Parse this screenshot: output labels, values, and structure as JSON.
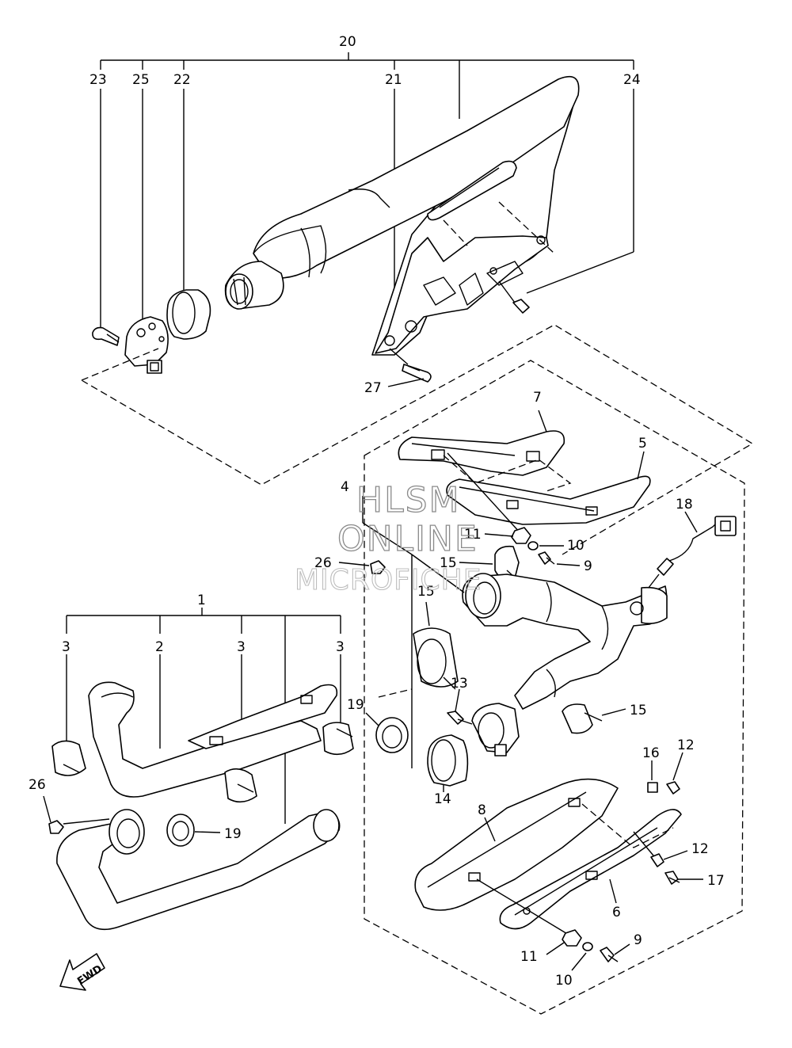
{
  "watermark": {
    "line1": "HLSM",
    "line2": "ONLINE",
    "line3": "MICROFICHE"
  },
  "direction_label": "FWD",
  "callouts": [
    {
      "id": "c20",
      "text": "20"
    },
    {
      "id": "c23",
      "text": "23"
    },
    {
      "id": "c25",
      "text": "25"
    },
    {
      "id": "c22",
      "text": "22"
    },
    {
      "id": "c21",
      "text": "21"
    },
    {
      "id": "c24",
      "text": "24"
    },
    {
      "id": "c27",
      "text": "27"
    },
    {
      "id": "c7",
      "text": "7"
    },
    {
      "id": "c5",
      "text": "5"
    },
    {
      "id": "c4",
      "text": "4"
    },
    {
      "id": "c18",
      "text": "18"
    },
    {
      "id": "c11a",
      "text": "11"
    },
    {
      "id": "c10a",
      "text": "10"
    },
    {
      "id": "c26a",
      "text": "26"
    },
    {
      "id": "c15a",
      "text": "15"
    },
    {
      "id": "c9a",
      "text": "9"
    },
    {
      "id": "c15b",
      "text": "15"
    },
    {
      "id": "c1",
      "text": "1"
    },
    {
      "id": "c3a",
      "text": "3"
    },
    {
      "id": "c2",
      "text": "2"
    },
    {
      "id": "c3b",
      "text": "3"
    },
    {
      "id": "c3c",
      "text": "3"
    },
    {
      "id": "c13",
      "text": "13"
    },
    {
      "id": "c19a",
      "text": "19"
    },
    {
      "id": "c15c",
      "text": "15"
    },
    {
      "id": "c16",
      "text": "16"
    },
    {
      "id": "c12a",
      "text": "12"
    },
    {
      "id": "c26b",
      "text": "26"
    },
    {
      "id": "c14",
      "text": "14"
    },
    {
      "id": "c8",
      "text": "8"
    },
    {
      "id": "c19b",
      "text": "19"
    },
    {
      "id": "c12b",
      "text": "12"
    },
    {
      "id": "c17",
      "text": "17"
    },
    {
      "id": "c6",
      "text": "6"
    },
    {
      "id": "c9b",
      "text": "9"
    },
    {
      "id": "c11b",
      "text": "11"
    },
    {
      "id": "c10b",
      "text": "10"
    }
  ]
}
